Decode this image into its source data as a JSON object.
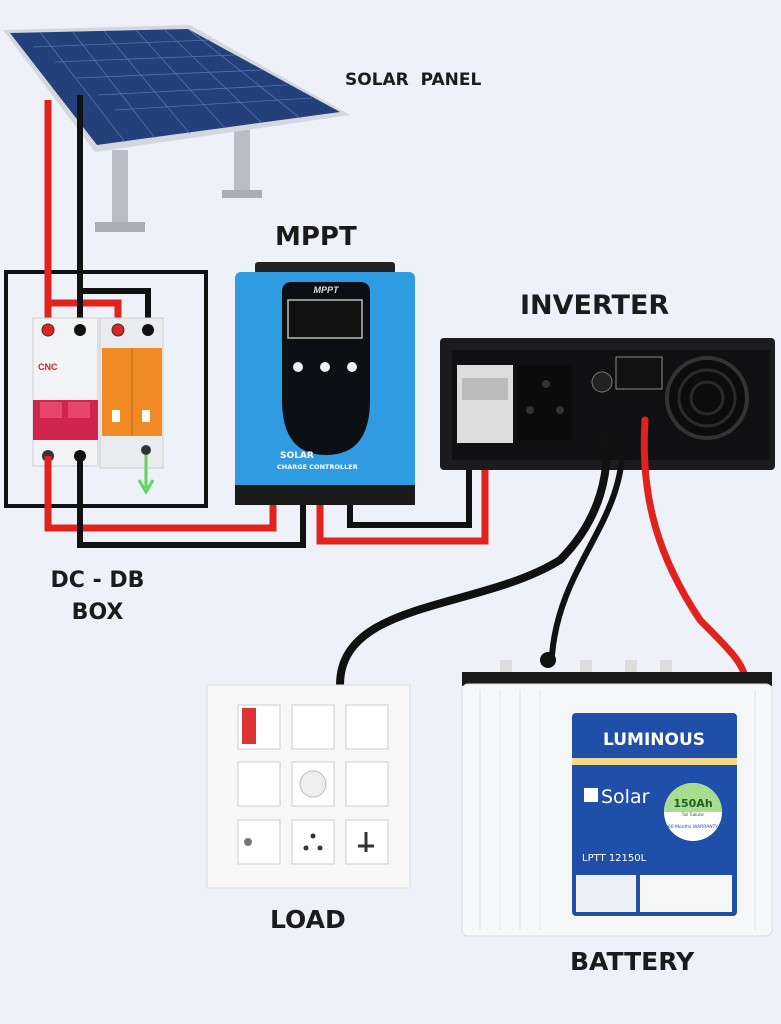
{
  "labels": {
    "solar_panel": "SOLAR  PANEL",
    "mppt": "MPPT",
    "inverter": "INVERTER",
    "dcdb_line1": "DC - DB",
    "dcdb_line2": "BOX",
    "load": "LOAD",
    "battery": "BATTERY"
  },
  "devices": {
    "mppt_face": "MPPT",
    "mppt_brand": "SOLAR",
    "mppt_sub": "CHARGE CONTROLLER",
    "mcb_brand": "CNC",
    "battery_brand": "LUMINOUS",
    "battery_line": "Solar",
    "battery_capacity": "150Ah",
    "battery_type": "Tall Tubular",
    "battery_warranty": "60 Months WARRANTY",
    "battery_model": "LPTT 12150L"
  },
  "colors": {
    "red_wire": "#e0231c",
    "black_wire": "#111111",
    "mppt_blue": "#2f9be0",
    "spd_orange": "#f08a24",
    "battery_blue": "#1f4fa8"
  }
}
